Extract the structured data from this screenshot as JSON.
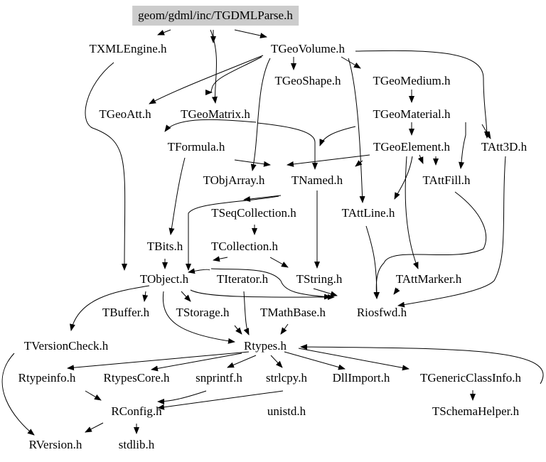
{
  "root": "geom/gdml/inc/TGDMLParse.h",
  "nodes": {
    "TXMLEngine": "TXMLEngine.h",
    "TGeoVolume": "TGeoVolume.h",
    "TGeoShape": "TGeoShape.h",
    "TGeoMedium": "TGeoMedium.h",
    "TGeoAtt": "TGeoAtt.h",
    "TGeoMatrix": "TGeoMatrix.h",
    "TGeoMaterial": "TGeoMaterial.h",
    "TFormula": "TFormula.h",
    "TGeoElement": "TGeoElement.h",
    "TAtt3D": "TAtt3D.h",
    "TObjArray": "TObjArray.h",
    "TNamed": "TNamed.h",
    "TAttFill": "TAttFill.h",
    "TSeqCollection": "TSeqCollection.h",
    "TAttLine": "TAttLine.h",
    "TCollection": "TCollection.h",
    "TBits": "TBits.h",
    "TObject": "TObject.h",
    "TIterator": "TIterator.h",
    "TString": "TString.h",
    "TAttMarker": "TAttMarker.h",
    "TBuffer": "TBuffer.h",
    "TStorage": "TStorage.h",
    "TMathBase": "TMathBase.h",
    "Riosfwd": "Riosfwd.h",
    "TVersionCheck": "TVersionCheck.h",
    "Rtypes": "Rtypes.h",
    "Rtypeinfo": "Rtypeinfo.h",
    "RtypesCore": "RtypesCore.h",
    "snprintf": "snprintf.h",
    "strlcpy": "strlcpy.h",
    "DllImport": "DllImport.h",
    "TGenericClassInfo": "TGenericClassInfo.h",
    "RConfig": "RConfig.h",
    "unistd": "unistd.h",
    "TSchemaHelper": "TSchemaHelper.h",
    "RVersion": "RVersion.h",
    "stdlib": "stdlib.h"
  }
}
